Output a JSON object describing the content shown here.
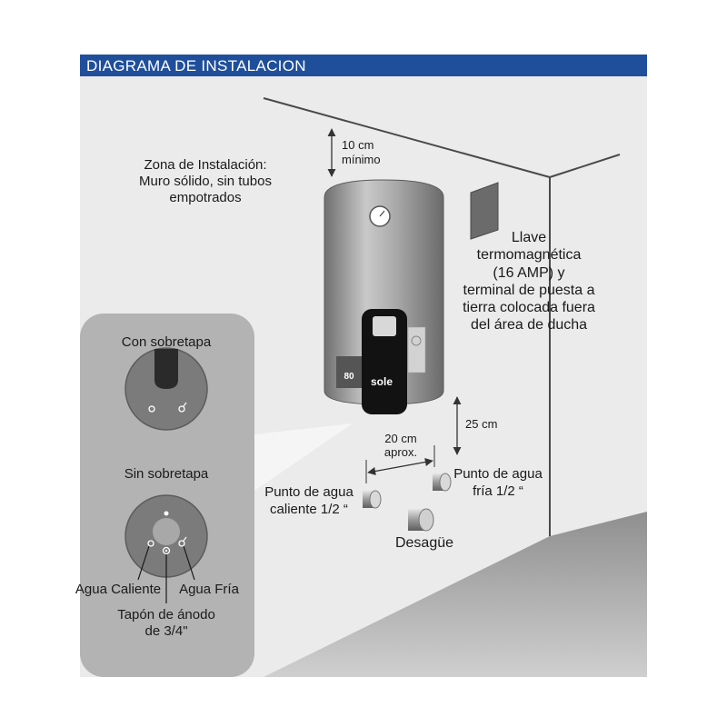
{
  "header": {
    "title": "DIAGRAMA DE INSTALACION"
  },
  "colors": {
    "header_bg": "#1f4f9b",
    "room_bg": "#ebebeb",
    "detail_panel_bg": "#b3b3b3",
    "line": "#4a4a4a"
  },
  "ceiling_gap": {
    "value": "10 cm",
    "note": "mínimo"
  },
  "install_zone": {
    "lines": [
      "Zona de Instalación:",
      "Muro sólido, sin tubos",
      "empotrados"
    ]
  },
  "breaker": {
    "lines": [
      "Llave",
      "termomagnética",
      "(16 AMP) y",
      "terminal de puesta a",
      "tierra colocada fuera",
      "del área de ducha"
    ]
  },
  "heater": {
    "brand": "sole",
    "capacity": "80"
  },
  "detail_panel": {
    "with_cover": "Con sobretapa",
    "without_cover": "Sin sobretapa",
    "hot_label": "Agua Caliente",
    "cold_label": "Agua Fría",
    "anode_lines": [
      "Tapón de ánodo",
      "de 3/4\""
    ]
  },
  "dimensions": {
    "vertical": "25 cm",
    "horizontal": [
      "20 cm",
      "aprox."
    ]
  },
  "points": {
    "hot": [
      "Punto de agua",
      "caliente 1/2 “"
    ],
    "cold": [
      "Punto de agua",
      "fría 1/2 “"
    ],
    "drain": "Desagüe"
  }
}
